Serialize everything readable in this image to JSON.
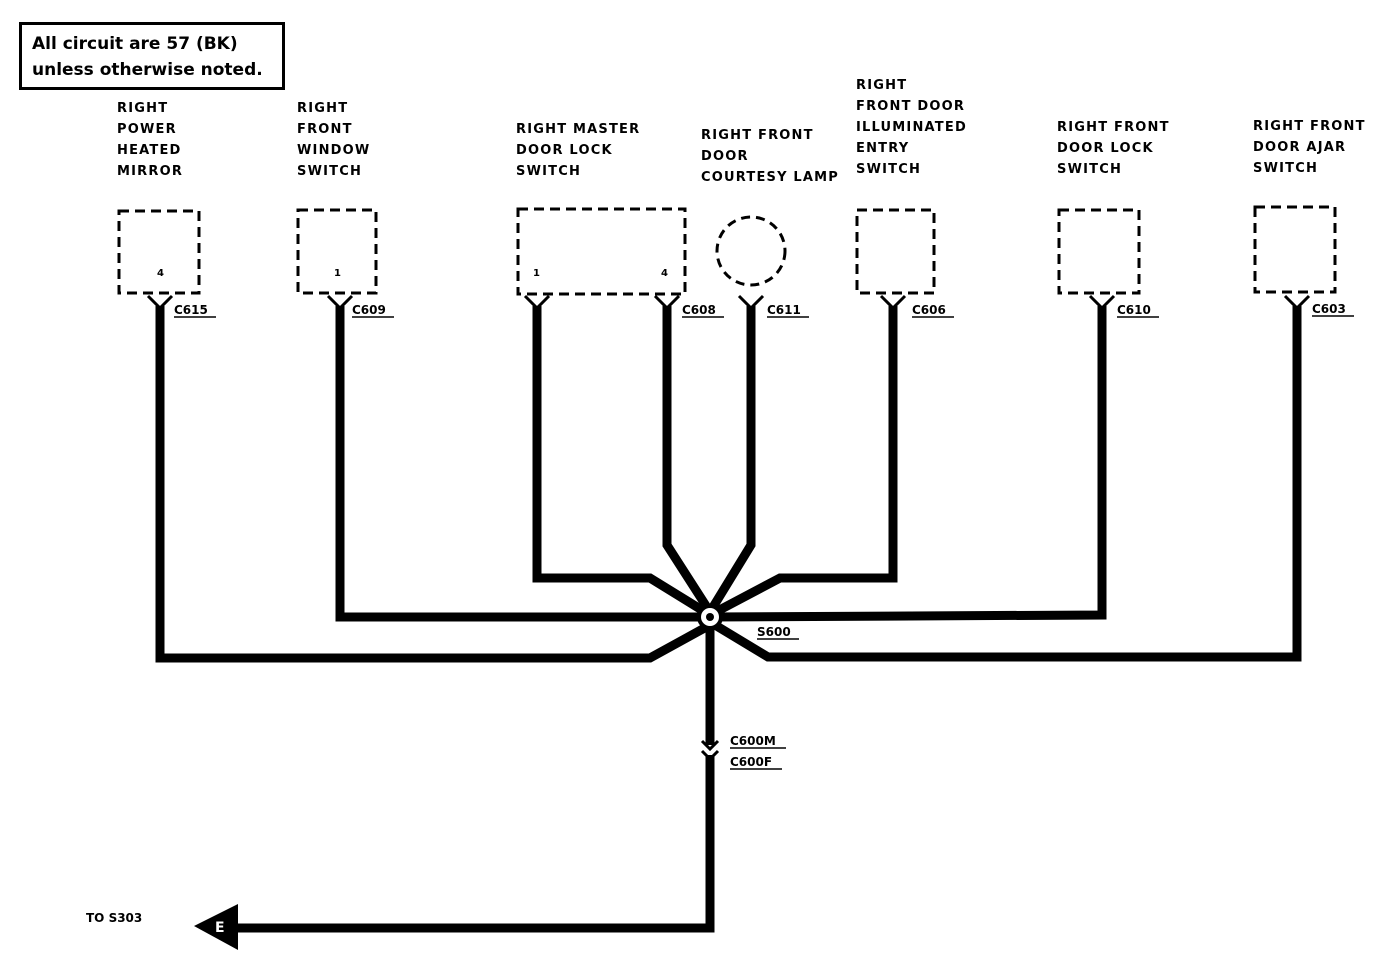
{
  "note": {
    "line1": "All circuit are 57 (BK)",
    "line2": "unless otherwise noted."
  },
  "components": [
    {
      "id": "mirror",
      "name_lines": [
        "RIGHT",
        "POWER",
        "HEATED",
        "MIRROR"
      ],
      "connector": "C615",
      "pins": [
        "4"
      ]
    },
    {
      "id": "window",
      "name_lines": [
        "RIGHT",
        "FRONT",
        "WINDOW",
        "SWITCH"
      ],
      "connector": "C609",
      "pins": [
        "1"
      ]
    },
    {
      "id": "master-lock",
      "name_lines": [
        "RIGHT MASTER",
        "DOOR LOCK",
        "SWITCH"
      ],
      "connector": "C608",
      "pins": [
        "1",
        "4"
      ]
    },
    {
      "id": "courtesy-lamp",
      "name_lines": [
        "RIGHT FRONT",
        "DOOR",
        "COURTESY LAMP"
      ],
      "connector": "C611",
      "pins": []
    },
    {
      "id": "illuminated-entry",
      "name_lines": [
        "RIGHT",
        "FRONT DOOR",
        "ILLUMINATED",
        "ENTRY",
        "SWITCH"
      ],
      "connector": "C606",
      "pins": []
    },
    {
      "id": "door-lock",
      "name_lines": [
        "RIGHT FRONT",
        "DOOR LOCK",
        "SWITCH"
      ],
      "connector": "C610",
      "pins": []
    },
    {
      "id": "door-ajar",
      "name_lines": [
        "RIGHT FRONT",
        "DOOR AJAR",
        "SWITCH"
      ],
      "connector": "C603",
      "pins": []
    }
  ],
  "splice": "S600",
  "inline_connector": {
    "male": "C600M",
    "female": "C600F"
  },
  "ground": {
    "label": "TO S303",
    "symbol": "E"
  }
}
